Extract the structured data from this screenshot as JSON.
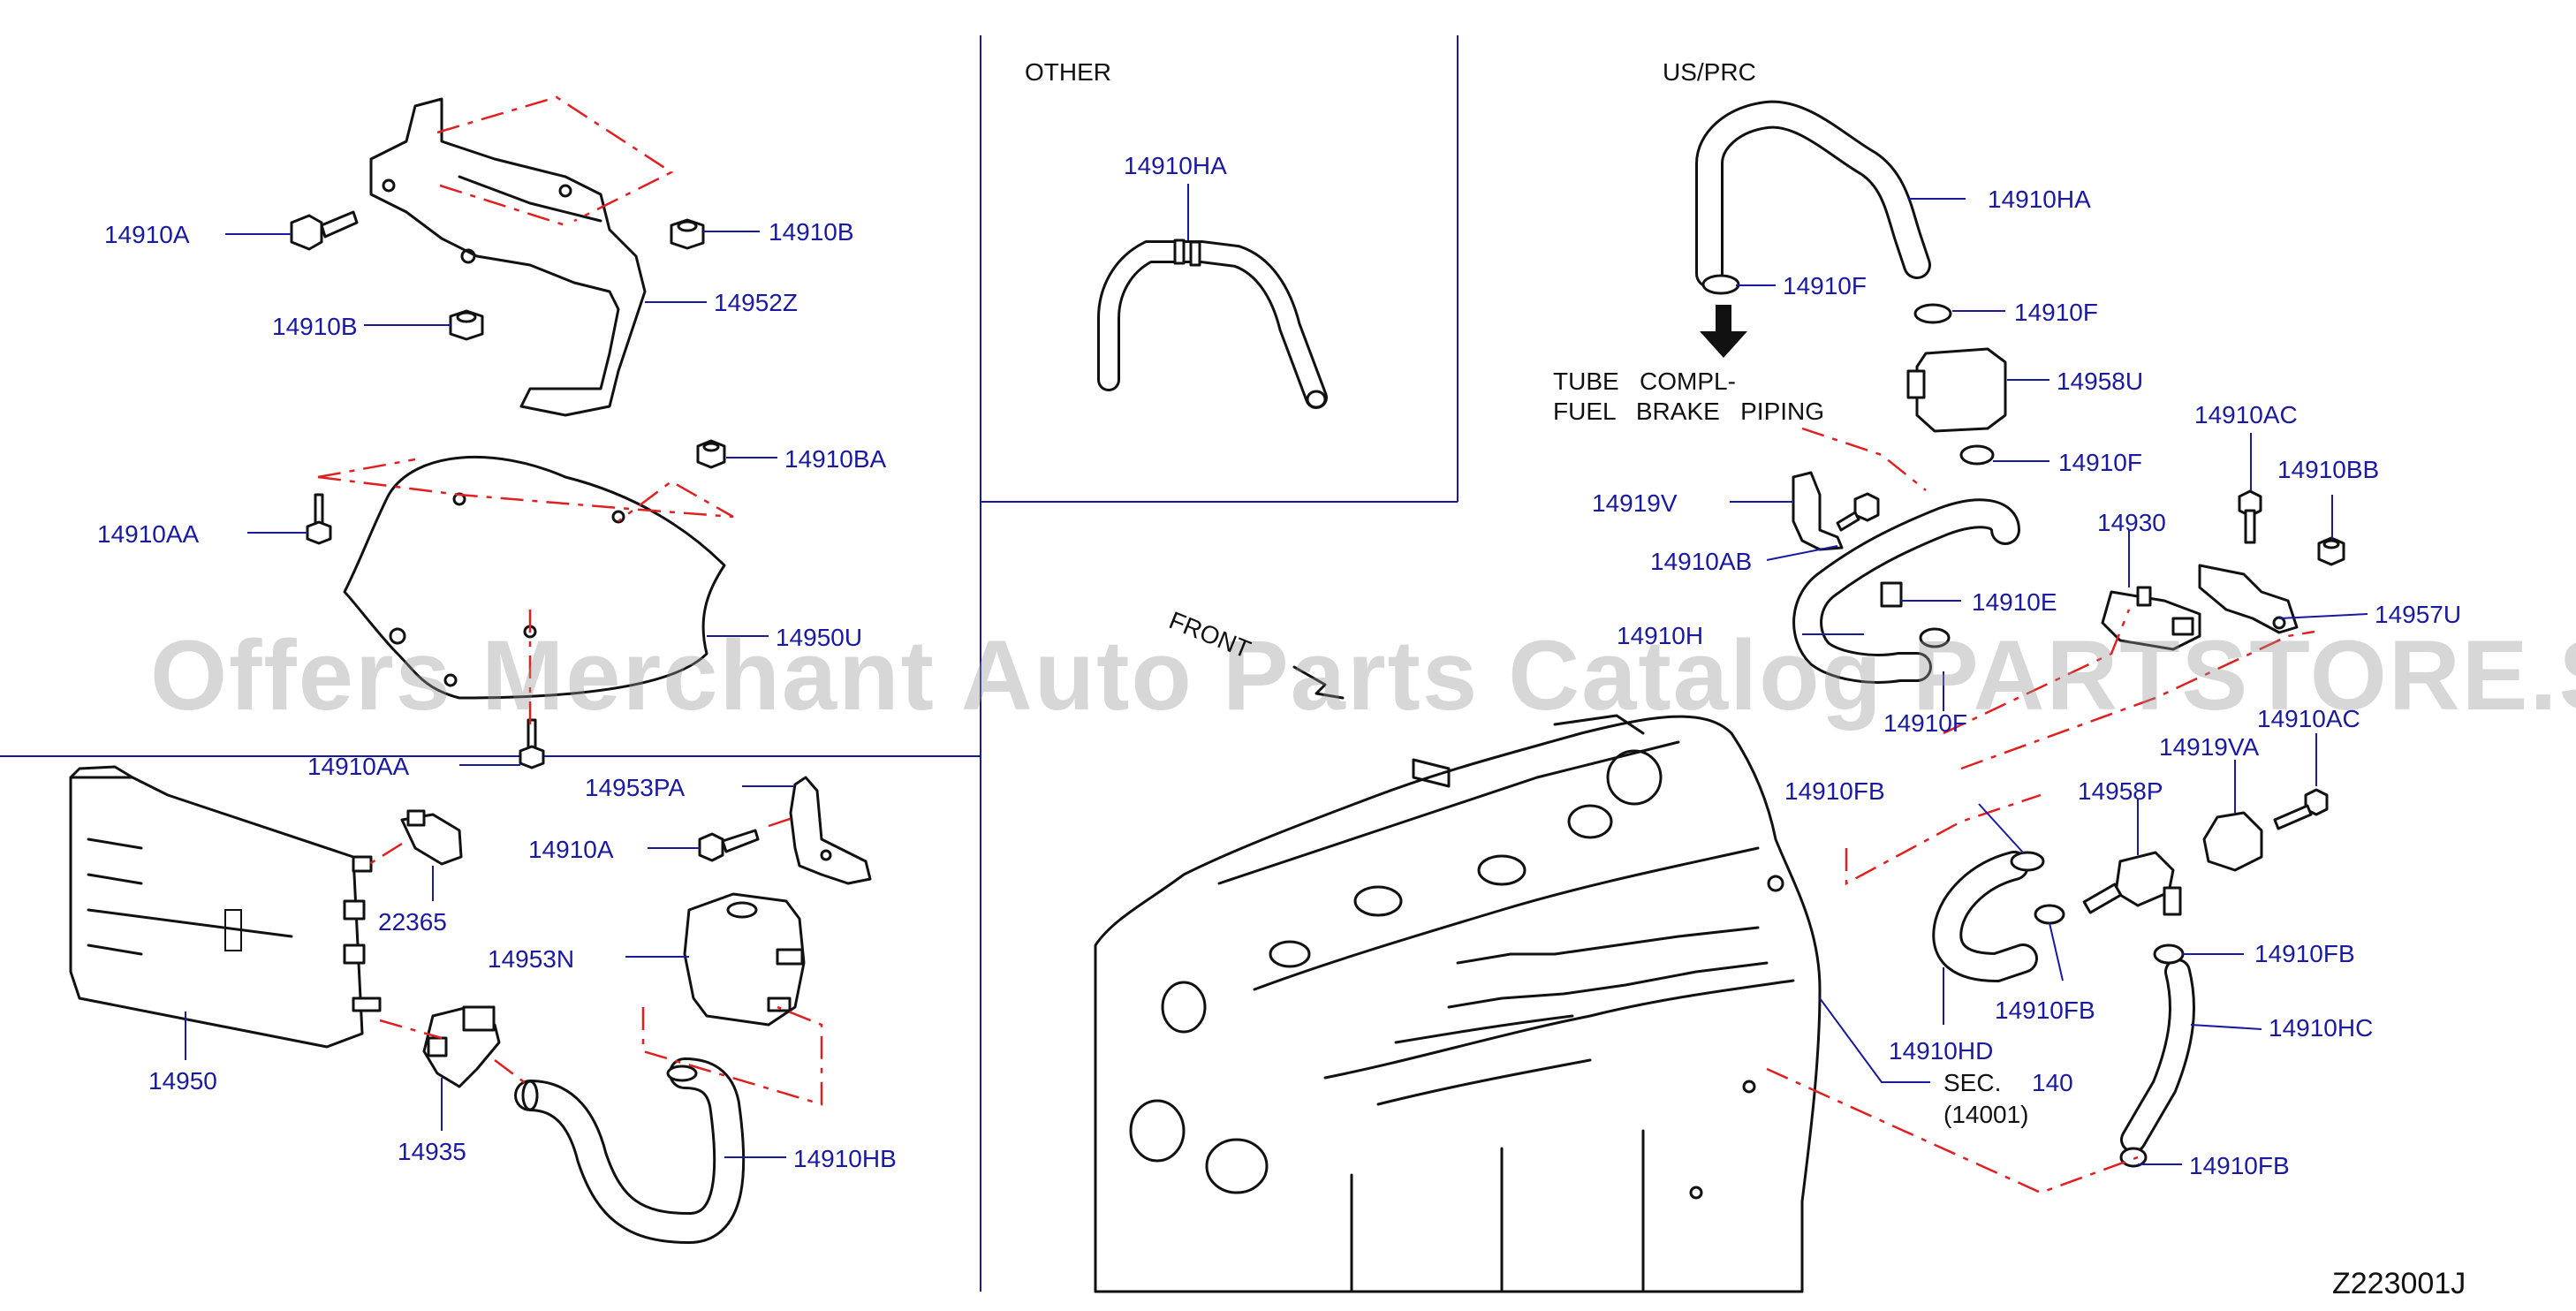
{
  "sections": {
    "other": "OTHER",
    "us_prc": "US/PRC",
    "front": "FRONT",
    "tube_note_line1": "TUBE   COMPL-",
    "tube_note_line2": "FUEL   BRAKE   PIPING"
  },
  "labels": {
    "l_14910A_top": "14910A",
    "l_14910B_right": "14910B",
    "l_14910B_left": "14910B",
    "l_14952Z": "14952Z",
    "l_14910BA": "14910BA",
    "l_14910AA_left": "14910AA",
    "l_14950U": "14950U",
    "l_14910AA_bottom": "14910AA",
    "l_14953PA": "14953PA",
    "l_14910A_mid": "14910A",
    "l_22365": "22365",
    "l_14953N": "14953N",
    "l_14950": "14950",
    "l_14935": "14935",
    "l_14910HB": "14910HB",
    "l_14910HA_other": "14910HA",
    "l_14910HA_us": "14910HA",
    "l_14910F_1": "14910F",
    "l_14910F_2": "14910F",
    "l_14958U": "14958U",
    "l_14910F_3": "14910F",
    "l_14919V": "14919V",
    "l_14910AB": "14910AB",
    "l_14910E": "14910E",
    "l_14910H": "14910H",
    "l_14910F_4": "14910F",
    "l_14910AC_top": "14910AC",
    "l_14910BB": "14910BB",
    "l_14930": "14930",
    "l_14957U": "14957U",
    "l_14910AC_mid": "14910AC",
    "l_14919VA": "14919VA",
    "l_14958P": "14958P",
    "l_14910FB_1": "14910FB",
    "l_14910FB_2": "14910FB",
    "l_14910FB_3": "14910FB",
    "l_14910FB_4": "14910FB",
    "l_14910HD": "14910HD",
    "l_14910HC": "14910HC",
    "l_sec": "SEC.",
    "l_140": "140",
    "l_14001": "(14001)"
  },
  "watermark": "Offers Merchant Auto Parts Catalog PARTSTORE.SA",
  "diagram_code": "Z223001J",
  "colors": {
    "label": "#1a1aa0",
    "leader": "#1a1aa0",
    "dash": "#e02020",
    "line": "#111111",
    "watermark": "#9a9a9a"
  }
}
